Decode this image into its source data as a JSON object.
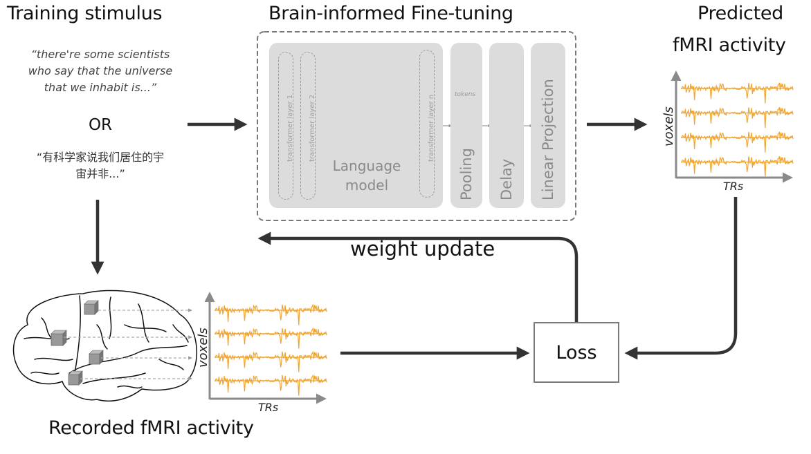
{
  "titles": {
    "training_stimulus": "Training stimulus",
    "fine_tuning": "Brain-informed Fine-tuning",
    "predicted_line1": "Predicted",
    "predicted_line2": "fMRI activity",
    "recorded": "Recorded fMRI activity"
  },
  "stimulus": {
    "english_lines": [
      "“there're some scientists",
      "who say that the universe",
      "that we inhabit is...”"
    ],
    "or_label": "OR",
    "chinese_lines": [
      "“有科学家说我们居住的宇",
      "宙并非...”"
    ]
  },
  "model": {
    "layers": [
      "transformer layer 1",
      "transformer layer 2",
      "transformer layer n"
    ],
    "language_model_lines": [
      "Language",
      "model"
    ],
    "pooling_label": "Pooling",
    "tokens_label": "tokens",
    "delay_label": "Delay",
    "linear_projection_label": "Linear Projection"
  },
  "plots": {
    "x_label": "TRs",
    "y_label": "voxels",
    "signal_color": "#f0a531",
    "voxel_rows": 4
  },
  "loss": {
    "label": "Loss"
  },
  "feedback": {
    "label": "weight update"
  },
  "colors": {
    "arrow": "#333333",
    "block": "#dcdcdc",
    "dashed": "#777777",
    "signal": "#f0a531"
  }
}
